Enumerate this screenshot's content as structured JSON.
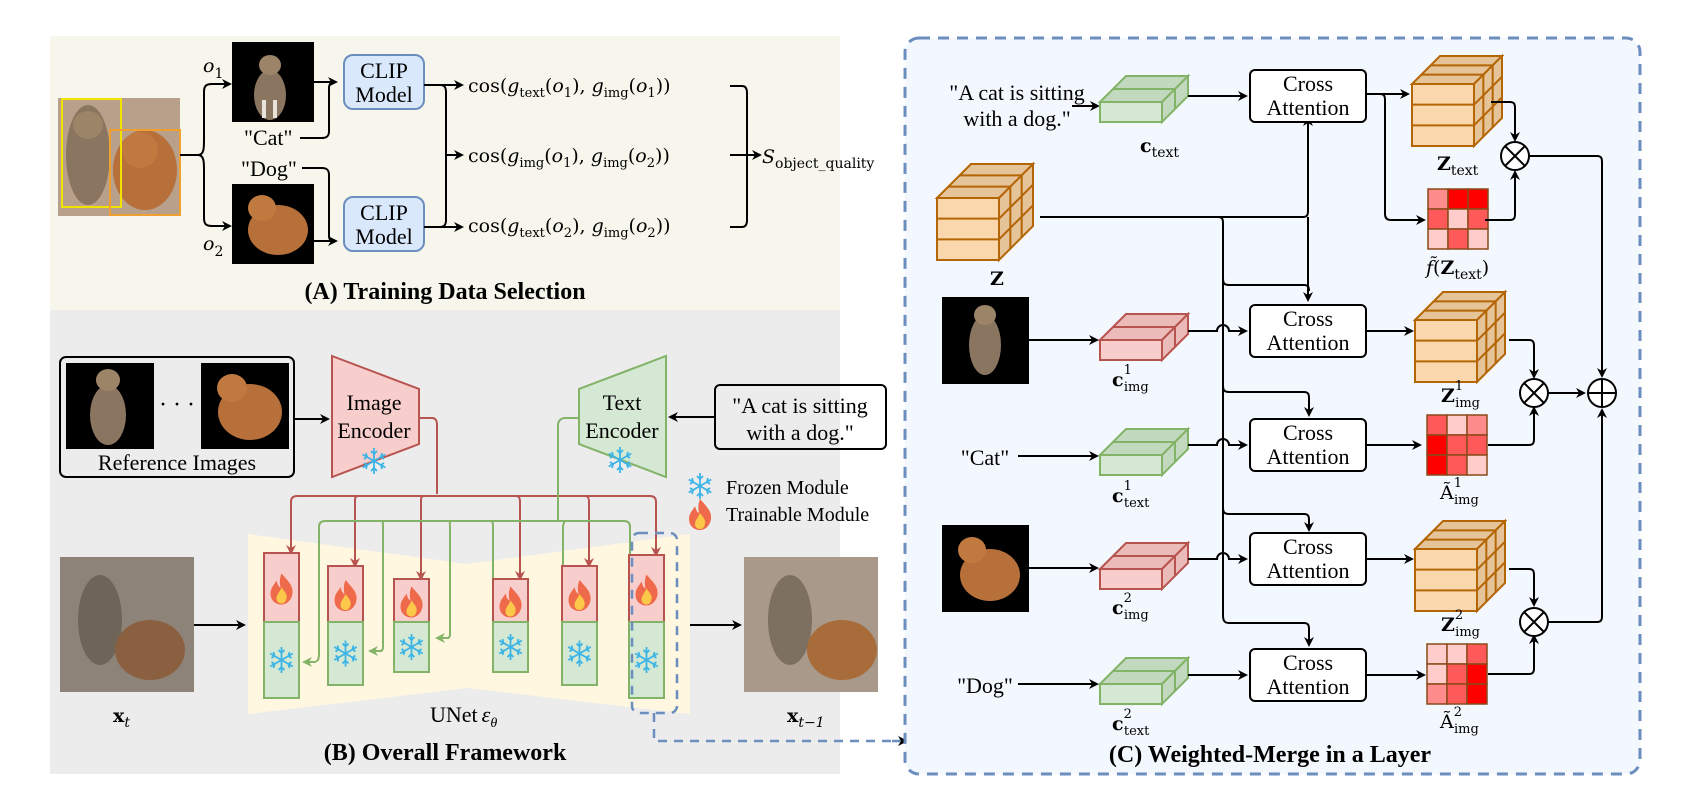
{
  "panel_a": {
    "title": "(A) Training Data Selection",
    "object_labels": [
      "o",
      "o"
    ],
    "object_subscripts": [
      "1",
      "2"
    ],
    "prompts": [
      "\"Cat\"",
      "\"Dog\""
    ],
    "clip_boxes": [
      {
        "line1": "CLIP",
        "line2": "Model"
      },
      {
        "line1": "CLIP",
        "line2": "Model"
      }
    ],
    "similarity_terms": [
      "cos(g_text(o1), g_img(o1))",
      "cos(g_img(o1), g_img(o2))",
      "cos(g_text(o2), g_img(o2))"
    ],
    "output": {
      "symbol": "S",
      "subscript": "object_quality"
    },
    "colors": {
      "background": "#f7f6ec",
      "box_fill": "#dae8fc",
      "box_stroke": "#6c8ebf",
      "cat_bbox": "#f2e200",
      "dog_bbox": "#f0a030"
    }
  },
  "panel_b": {
    "title": "(B) Overall Framework",
    "reference_label": "Reference Images",
    "ellipsis": "· · ·",
    "image_encoder": {
      "line1": "Image",
      "line2": "Encoder"
    },
    "text_encoder": {
      "line1": "Text",
      "line2": "Encoder"
    },
    "prompt": {
      "line1": "\"A cat is sitting",
      "line2": "with a dog.\""
    },
    "legend": [
      {
        "icon": "snowflake-icon",
        "label": "Frozen Module"
      },
      {
        "icon": "flame-icon",
        "label": "Trainable Module"
      }
    ],
    "unet_label": "UNet",
    "unet_symbol": "ε",
    "unet_sub": "θ",
    "input_label": "x",
    "input_sub": "t",
    "output_label": "x",
    "output_sub": "t−1",
    "colors": {
      "background": "#ececec",
      "unet_fill": "#fff7e0",
      "trainable_fill": "#f8cecc",
      "trainable_stroke": "#b85450",
      "frozen_fill": "#d5e8d4",
      "frozen_stroke": "#82b366",
      "snow": "#3cb4e6",
      "flame": "#ee6a4a"
    }
  },
  "panel_c": {
    "title": "(C) Weighted-Merge in a Layer",
    "prompt": {
      "line1": "\"A cat is sitting",
      "line2": "with a dog.\""
    },
    "word_cat": "\"Cat\"",
    "word_dog": "\"Dog\"",
    "cross_attention": {
      "line1": "Cross",
      "line2": "Attention"
    },
    "labels": {
      "c_text": {
        "base": "c",
        "sub": "text",
        "sup": ""
      },
      "Z": {
        "base": "Z",
        "sub": "",
        "sup": ""
      },
      "c_img1": {
        "base": "c",
        "sub": "img",
        "sup": "1"
      },
      "c_text1": {
        "base": "c",
        "sub": "text",
        "sup": "1"
      },
      "c_img2": {
        "base": "c",
        "sub": "img",
        "sup": "2"
      },
      "c_text2": {
        "base": "c",
        "sub": "text",
        "sup": "2"
      },
      "Z_text": {
        "base": "Z",
        "sub": "text",
        "sup": ""
      },
      "f_Z_text": {
        "base": "f̃(Z",
        "sub": "text",
        "tail": ")"
      },
      "Z_img1": {
        "base": "Z",
        "sub": "img",
        "sup": "1"
      },
      "A_img1": {
        "base": "Ã",
        "sub": "img",
        "sup": "1"
      },
      "Z_img2": {
        "base": "Z",
        "sub": "img",
        "sup": "2"
      },
      "A_img2": {
        "base": "Ã",
        "sub": "img",
        "sup": "2"
      }
    },
    "heatmaps": {
      "f_Z_text": [
        [
          0.45,
          1.0,
          1.0
        ],
        [
          0.65,
          0.2,
          0.65
        ],
        [
          0.2,
          0.65,
          0.2
        ]
      ],
      "A_img1": [
        [
          0.65,
          0.2,
          0.45
        ],
        [
          1.0,
          0.65,
          0.65
        ],
        [
          1.0,
          0.65,
          0.2
        ]
      ],
      "A_img2": [
        [
          0.2,
          0.2,
          0.65
        ],
        [
          0.2,
          0.65,
          1.0
        ],
        [
          0.45,
          0.65,
          1.0
        ]
      ]
    },
    "operators": {
      "multiply": "⊗",
      "add": "⊕"
    },
    "colors": {
      "background": "#f3f7fe",
      "border": "#6c8ebf",
      "cube_fill": "#fad7ac",
      "cube_stroke": "#b46504",
      "text_slab_fill": "#d5e8d4",
      "text_slab_stroke": "#82b366",
      "img_slab_fill": "#f8cecc",
      "img_slab_stroke": "#b85450"
    }
  }
}
